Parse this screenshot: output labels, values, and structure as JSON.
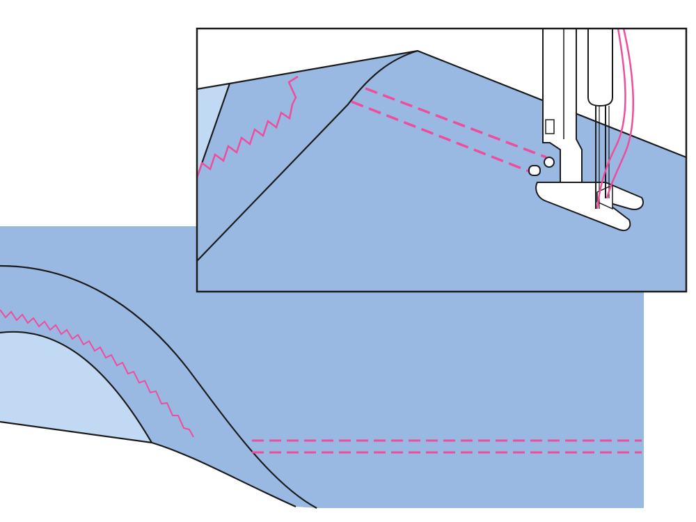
{
  "illustration": {
    "colors": {
      "fabric": "#99b9e2",
      "fabric_underside": "#c2d9f3",
      "stitch": "#ee4d9c",
      "outline": "#1a1a1a",
      "machine_metal": "#ffffff",
      "background": "#ffffff"
    },
    "main_view": {
      "stitch_types": [
        "zigzag-seam-finish",
        "double-straight-topstitch"
      ]
    },
    "inset_view": {
      "shows": [
        "fabric-fold-detail",
        "zigzag-seam-finish",
        "double-straight-topstitch",
        "twin-needle",
        "presser-foot",
        "needle-threads"
      ]
    }
  }
}
